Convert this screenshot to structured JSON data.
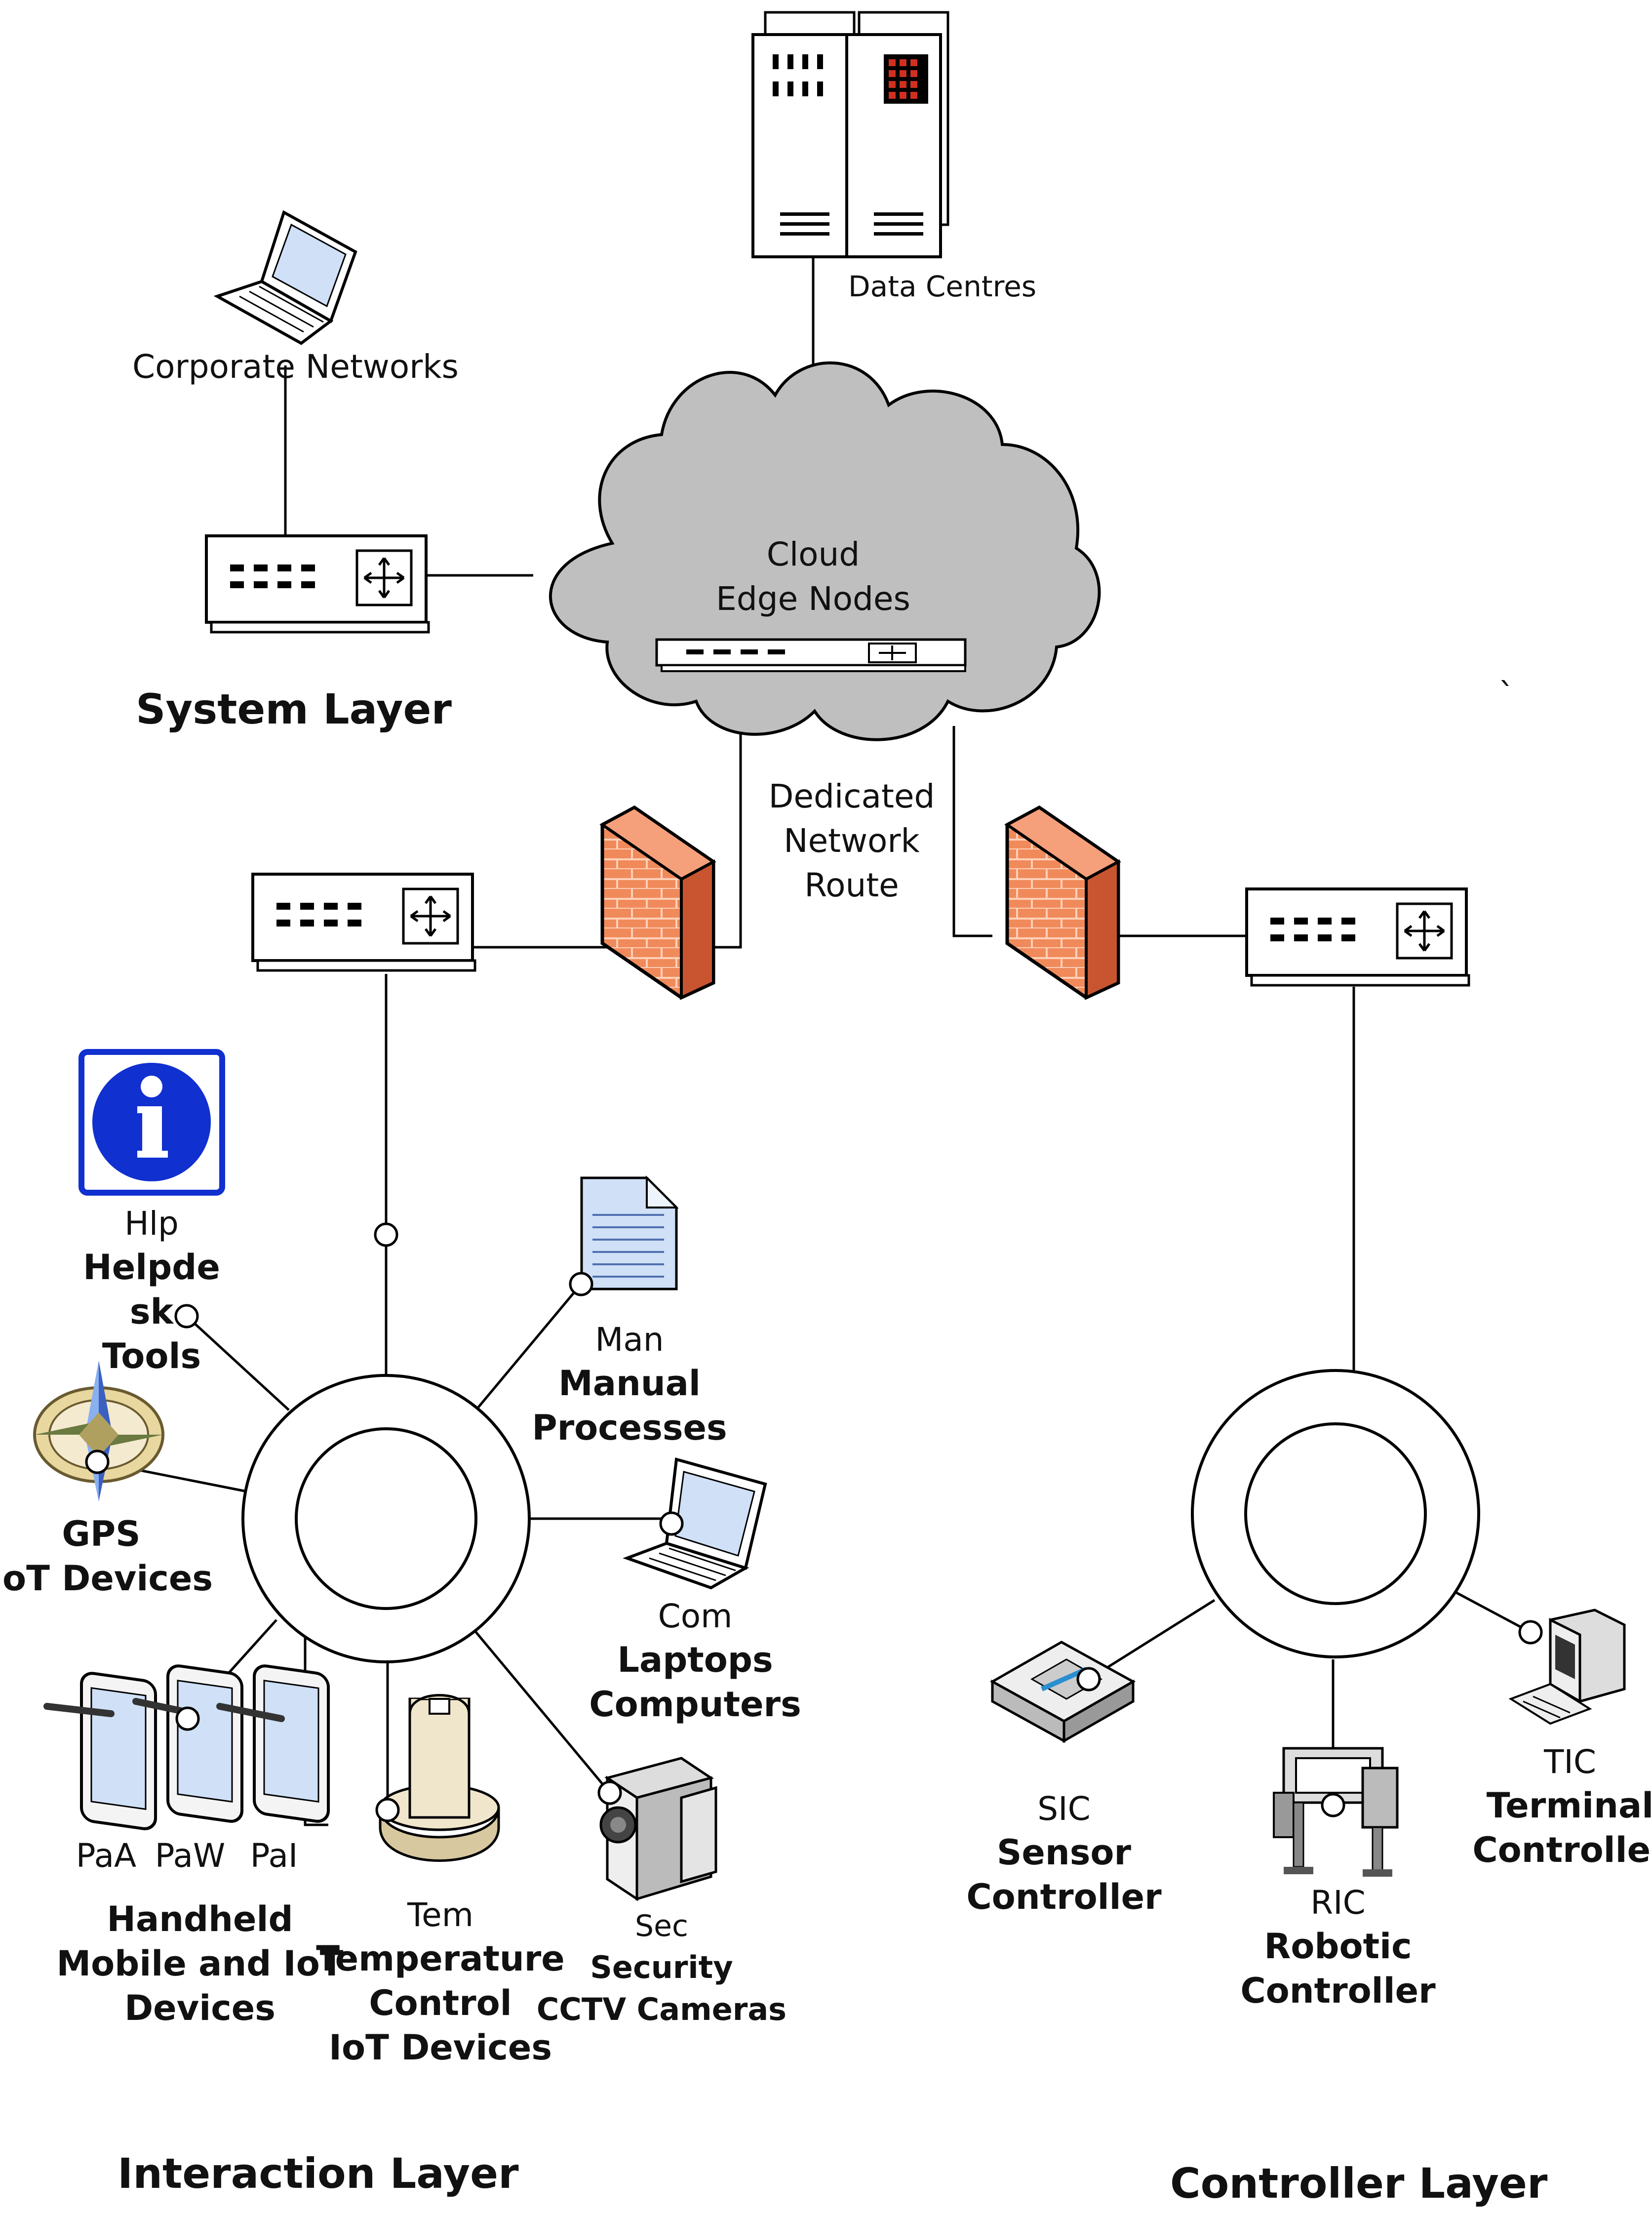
{
  "layers": {
    "system": "System Layer",
    "interaction": "Interaction Layer",
    "controller": "Controller Layer"
  },
  "top": {
    "data_centres": "Data Centres",
    "corporate_networks": "Corporate Networks",
    "cloud_line1": "Cloud",
    "cloud_line2": "Edge Nodes",
    "route_line1": "Dedicated",
    "route_line2": "Network",
    "route_line3": "Route",
    "stray_mark": "`"
  },
  "interaction_nodes": {
    "help": {
      "code": "Hlp",
      "l1": "Helpde",
      "l2": "sk",
      "l3": "Tools"
    },
    "gps": {
      "l1": "GPS",
      "l2": "IoT Devices"
    },
    "manual": {
      "code": "Man",
      "l1": "Manual",
      "l2": "Processes"
    },
    "laptops": {
      "code": "Com",
      "l1": "Laptops",
      "l2": "Computers"
    },
    "handheld": {
      "code_a": "PaA",
      "code_w": "PaW",
      "code_i": "PaI",
      "l1": "Handheld",
      "l2": "Mobile and IoT",
      "l3": "Devices"
    },
    "temperature": {
      "code": "Tem",
      "l1": "Temperature",
      "l2": "Control",
      "l3": "IoT Devices"
    },
    "security": {
      "code": "Sec",
      "l1": "Security",
      "l2": "CCTV Cameras"
    }
  },
  "controller_nodes": {
    "sensor": {
      "code": "SIC",
      "l1": "Sensor",
      "l2": "Controller"
    },
    "robotic": {
      "code": "RIC",
      "l1": "Robotic",
      "l2": "Controller"
    },
    "terminal": {
      "code": "TIC",
      "l1": "Terminal",
      "l2": "Controller"
    }
  },
  "colors": {
    "cloud": "#bfbfbf",
    "firewall": "#ef7f4f",
    "info_blue": "#1030d0",
    "screen_blue": "#cfe0f7"
  }
}
